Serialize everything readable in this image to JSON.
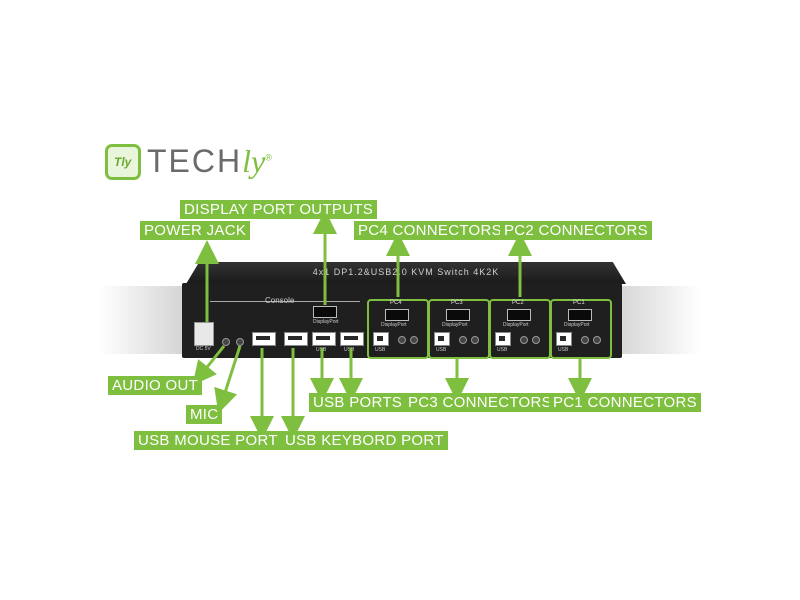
{
  "brand": {
    "logo_initials": "Tly",
    "logo_word_a": "TECH",
    "logo_word_b": "ly",
    "accent_color": "#7fbf3f"
  },
  "device": {
    "top_text": "4x1 DP1.2&USB2.0 KVM Switch 4K2K",
    "console_label": "Console",
    "console_dp_label": "DisplayPort",
    "dc_label": "DC 5V",
    "usb_label": "USB",
    "pc_labels": [
      "PC4",
      "PC3",
      "PC2",
      "PC1"
    ],
    "pc_dp_label": "DisplayPort"
  },
  "labels": {
    "display_port_outputs": "DISPLAY PORT OUTPUTS",
    "power_jack": "POWER JACK",
    "pc4_connectors": "PC4 CONNECTORS",
    "pc2_connectors": "PC2 CONNECTORS",
    "audio_out": "AUDIO OUT",
    "mic": "MIC",
    "usb_mouse_port": "USB MOUSE PORT",
    "usb_keybord_port": "USB KEYBORD PORT",
    "usb_ports": "USB PORTS",
    "pc3_connectors": "PC3 CONNECTORS",
    "pc1_connectors": "PC1 CONNECTORS"
  }
}
